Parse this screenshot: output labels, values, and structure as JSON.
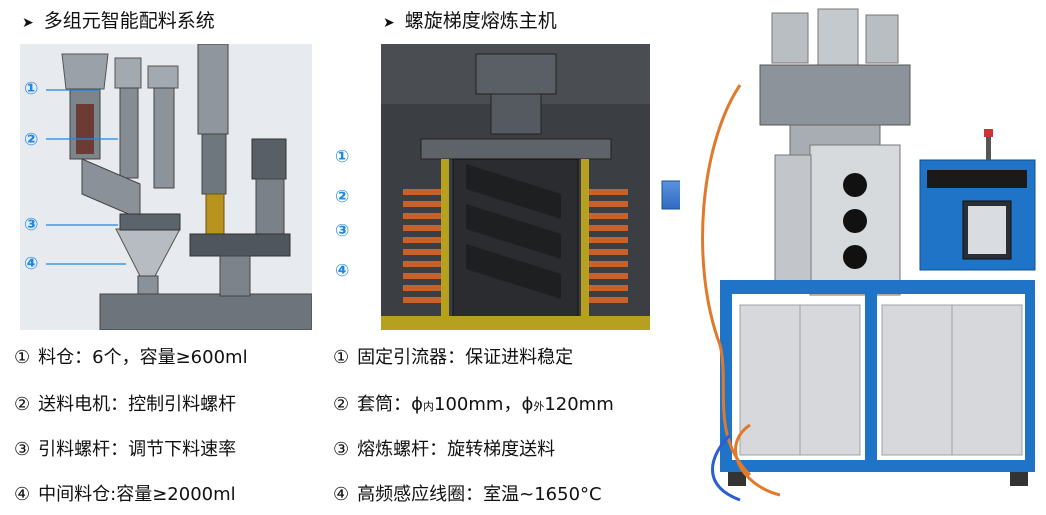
{
  "left": {
    "heading": "多组元智能配料系统",
    "markers": [
      "①",
      "②",
      "③",
      "④"
    ],
    "items": [
      {
        "num": "①",
        "text": "料仓：6个，容量≥600ml"
      },
      {
        "num": "②",
        "text": "送料电机：控制引料螺杆"
      },
      {
        "num": "③",
        "text": "引料螺杆：调节下料速率"
      },
      {
        "num": "④",
        "text": "中间料仓:容量≥2000ml"
      }
    ]
  },
  "middle": {
    "heading": "螺旋梯度熔炼主机",
    "markers": [
      "①",
      "②",
      "③",
      "④"
    ],
    "items": [
      {
        "num": "①",
        "text": "固定引流器：保证进料稳定"
      },
      {
        "num": "②",
        "pre": "套筒：ϕ",
        "sub1": "内",
        "mid": "100mm，ϕ",
        "sub2": "外",
        "post": "120mm"
      },
      {
        "num": "③",
        "text": "熔炼螺杆：旋转梯度送料"
      },
      {
        "num": "④",
        "text": "高频感应线圈：室温~1650°C"
      }
    ]
  },
  "colors": {
    "marker": "#1e88e5",
    "arrow": "#2f6fcf",
    "frame_blue": "#1f74c8",
    "coil": "#c8622c"
  }
}
